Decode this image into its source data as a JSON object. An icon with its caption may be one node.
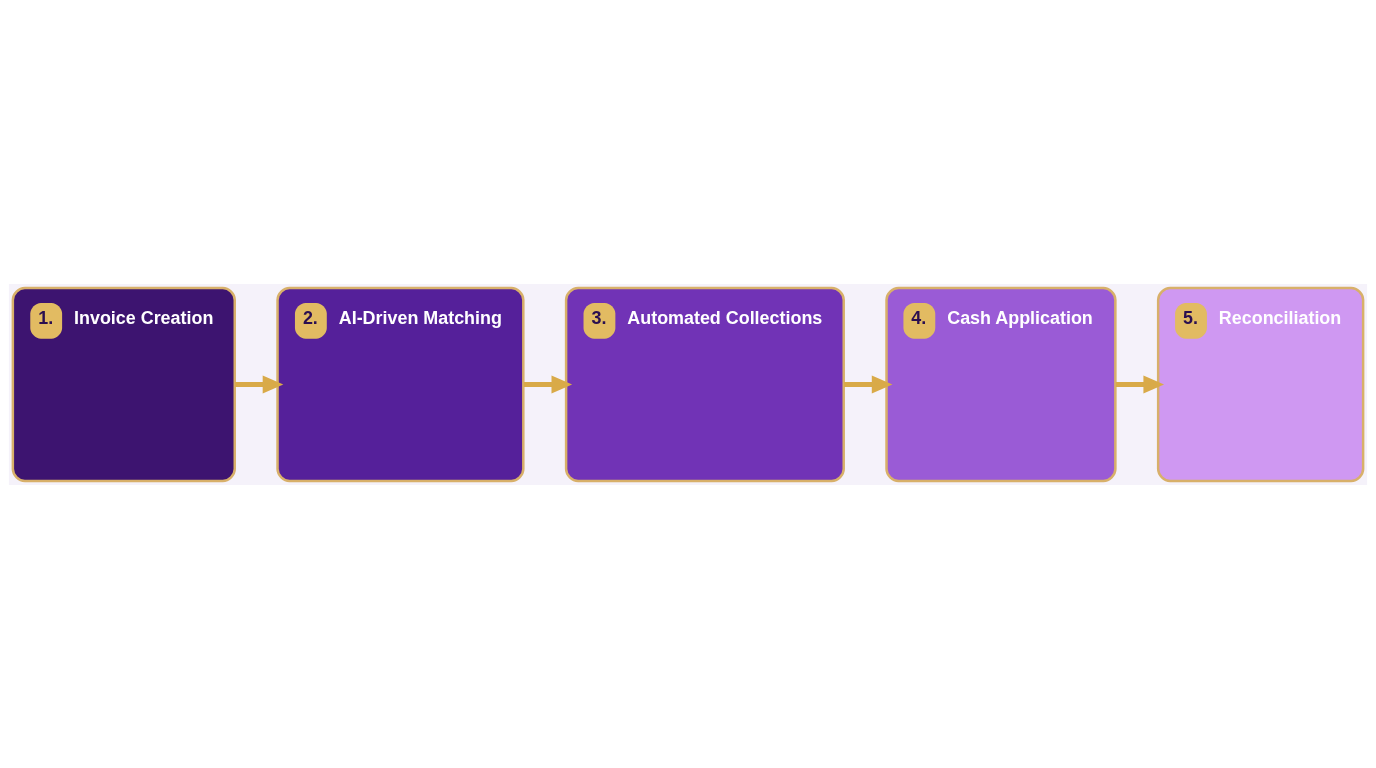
{
  "diagram": {
    "nodes": [
      {
        "text": [
          "1.",
          "Invoice Creation"
        ]
      },
      {
        "text": [
          "2.",
          "AI-Driven Matching"
        ]
      },
      {
        "text": [
          "3.",
          "Automated Collections"
        ]
      },
      {
        "text": [
          "4.",
          "Cash Application"
        ]
      },
      {
        "text": [
          "5.",
          "Reconciliation"
        ]
      }
    ],
    "edges": [
      {
        "from": 0,
        "to": 1,
        "arrow": "to"
      },
      {
        "from": 1,
        "to": 2,
        "arrow": "to"
      },
      {
        "from": 2,
        "to": 3,
        "arrow": "to"
      },
      {
        "from": 3,
        "to": 4,
        "arrow": "to"
      }
    ]
  }
}
